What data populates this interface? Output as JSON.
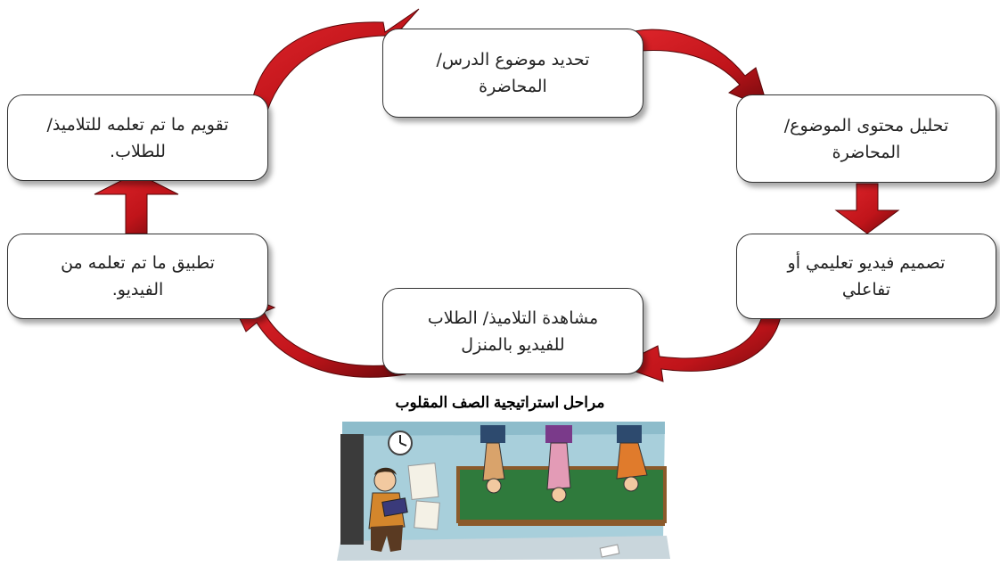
{
  "diagram": {
    "stages": [
      {
        "id": "topic",
        "label": "تحديد موضوع الدرس/\nالمحاضرة"
      },
      {
        "id": "analyze",
        "label": "تحليل محتوى الموضوع/\nالمحاضرة"
      },
      {
        "id": "design",
        "label": "تصميم فيديو تعليمي أو\nتفاعلي"
      },
      {
        "id": "watch",
        "label": "مشاهدة التلاميذ/ الطلاب\nللفيديو بالمنزل"
      },
      {
        "id": "apply",
        "label": "تطبيق ما تم تعلمه من\nالفيديو."
      },
      {
        "id": "evaluate",
        "label": "تقويم ما تم تعلمه للتلاميذ/\nللطلاب."
      }
    ],
    "caption": "مراحل استراتيجية الصف المقلوب"
  },
  "colors": {
    "arrow_red": "#c0141a",
    "arrow_dark": "#7a0a0e",
    "board_green": "#2f7a3c",
    "wall_blue": "#9cc6d3"
  },
  "illustration": {
    "icon": "flipped-classroom-cartoon"
  }
}
